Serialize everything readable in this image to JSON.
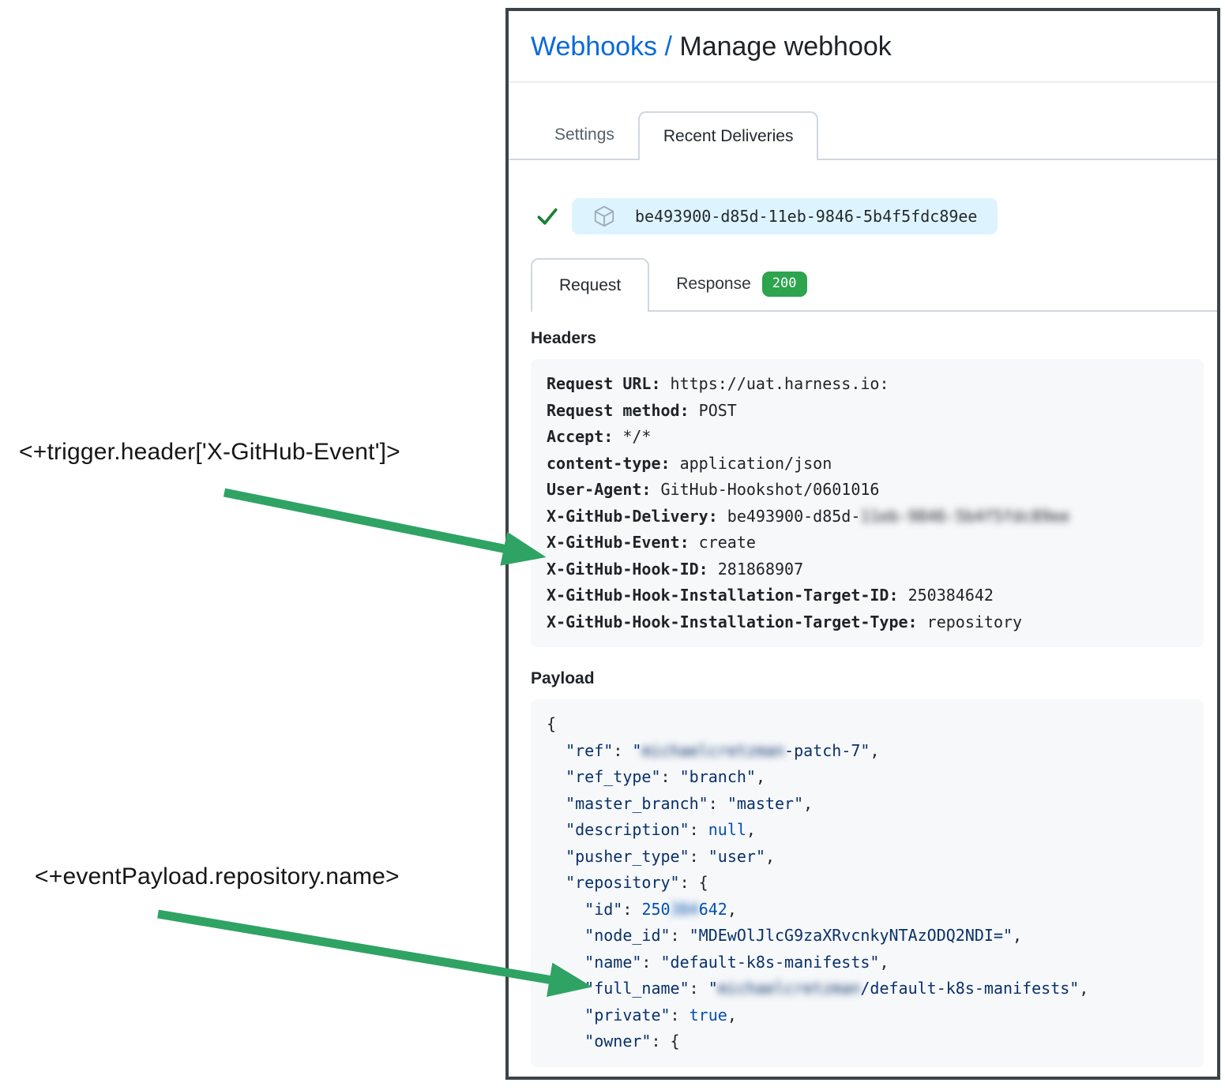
{
  "window": {
    "title_link": "Webhooks",
    "title_separator": " / ",
    "title_current": "Manage webhook"
  },
  "tabs": {
    "settings_label": "Settings",
    "recent_deliveries_label": "Recent Deliveries"
  },
  "delivery": {
    "guid": "be493900-d85d-11eb-9846-5b4f5fdc89ee"
  },
  "subtabs": {
    "request_label": "Request",
    "response_label": "Response",
    "response_status_code": "200"
  },
  "headers_section": {
    "title": "Headers",
    "lines": [
      [
        {
          "t": "Request URL:",
          "c": "hk"
        },
        {
          "t": " https://uat.harness.io:"
        }
      ],
      [
        {
          "t": "Request method:",
          "c": "hk"
        },
        {
          "t": " POST"
        }
      ],
      [
        {
          "t": "Accept:",
          "c": "hk"
        },
        {
          "t": " */*"
        }
      ],
      [
        {
          "t": "content-type:",
          "c": "hk"
        },
        {
          "t": " application/json"
        }
      ],
      [
        {
          "t": "User-Agent:",
          "c": "hk"
        },
        {
          "t": " GitHub-Hookshot/0601016"
        }
      ],
      [
        {
          "t": "X-GitHub-Delivery:",
          "c": "hk"
        },
        {
          "t": " be493900-d85d-"
        },
        {
          "t": "11eb-9846-5b4f5fdc89ee",
          "b": true
        }
      ],
      [
        {
          "t": "X-GitHub-Event:",
          "c": "hk"
        },
        {
          "t": " create"
        }
      ],
      [
        {
          "t": "X-GitHub-Hook-ID:",
          "c": "hk"
        },
        {
          "t": " 281868907"
        }
      ],
      [
        {
          "t": "X-GitHub-Hook-Installation-Target-ID:",
          "c": "hk"
        },
        {
          "t": " 250384642"
        }
      ],
      [
        {
          "t": "X-GitHub-Hook-Installation-Target-Type:",
          "c": "hk"
        },
        {
          "t": " repository"
        }
      ]
    ]
  },
  "payload_section": {
    "title": "Payload",
    "lines": [
      [
        {
          "t": "{"
        }
      ],
      [
        {
          "t": "  "
        },
        {
          "t": "\"ref\"",
          "c": "s"
        },
        {
          "t": ": "
        },
        {
          "t": "\"",
          "c": "s"
        },
        {
          "t": "michaelcretzman",
          "c": "s",
          "b": true
        },
        {
          "t": "-patch-7\"",
          "c": "s"
        },
        {
          "t": ","
        }
      ],
      [
        {
          "t": "  "
        },
        {
          "t": "\"ref_type\"",
          "c": "s"
        },
        {
          "t": ": "
        },
        {
          "t": "\"branch\"",
          "c": "s"
        },
        {
          "t": ","
        }
      ],
      [
        {
          "t": "  "
        },
        {
          "t": "\"master_branch\"",
          "c": "s"
        },
        {
          "t": ": "
        },
        {
          "t": "\"master\"",
          "c": "s"
        },
        {
          "t": ","
        }
      ],
      [
        {
          "t": "  "
        },
        {
          "t": "\"description\"",
          "c": "s"
        },
        {
          "t": ": "
        },
        {
          "t": "null",
          "c": "c"
        },
        {
          "t": ","
        }
      ],
      [
        {
          "t": "  "
        },
        {
          "t": "\"pusher_type\"",
          "c": "s"
        },
        {
          "t": ": "
        },
        {
          "t": "\"user\"",
          "c": "s"
        },
        {
          "t": ","
        }
      ],
      [
        {
          "t": "  "
        },
        {
          "t": "\"repository\"",
          "c": "s"
        },
        {
          "t": ": {"
        }
      ],
      [
        {
          "t": "    "
        },
        {
          "t": "\"id\"",
          "c": "s"
        },
        {
          "t": ": "
        },
        {
          "t": "250",
          "c": "c"
        },
        {
          "t": "384",
          "c": "c",
          "b": true
        },
        {
          "t": "642",
          "c": "c"
        },
        {
          "t": ","
        }
      ],
      [
        {
          "t": "    "
        },
        {
          "t": "\"node_id\"",
          "c": "s"
        },
        {
          "t": ": "
        },
        {
          "t": "\"MDEwOlJlcG9zaXRvcnkyNTAzODQ2NDI=\"",
          "c": "s"
        },
        {
          "t": ","
        }
      ],
      [
        {
          "t": "    "
        },
        {
          "t": "\"name\"",
          "c": "s"
        },
        {
          "t": ": "
        },
        {
          "t": "\"default-k8s-manifests\"",
          "c": "s"
        },
        {
          "t": ","
        }
      ],
      [
        {
          "t": "    "
        },
        {
          "t": "\"full_name\"",
          "c": "s"
        },
        {
          "t": ": "
        },
        {
          "t": "\"",
          "c": "s"
        },
        {
          "t": "michaelcretzman",
          "c": "s",
          "b": true
        },
        {
          "t": "/default-k8s-manifests\"",
          "c": "s"
        },
        {
          "t": ","
        }
      ],
      [
        {
          "t": "    "
        },
        {
          "t": "\"private\"",
          "c": "s"
        },
        {
          "t": ": "
        },
        {
          "t": "true",
          "c": "c"
        },
        {
          "t": ","
        }
      ],
      [
        {
          "t": "    "
        },
        {
          "t": "\"owner\"",
          "c": "s"
        },
        {
          "t": ": {"
        }
      ]
    ]
  },
  "annotations": {
    "header_expression": "<+trigger.header['X-GitHub-Event']>",
    "payload_expression": "<+eventPayload.repository.name>"
  },
  "colors": {
    "link_blue": "#0969da",
    "badge_green": "#2da44e",
    "check_green": "#1a7f37",
    "arrow_green": "#2fa364",
    "pill_bg": "#ddf4ff",
    "code_bg": "#f6f8fa",
    "package_icon_gray": "#a0acba",
    "json_string": "#0a3069",
    "json_constant": "#0550ae",
    "panel_border": "#3e4347"
  }
}
